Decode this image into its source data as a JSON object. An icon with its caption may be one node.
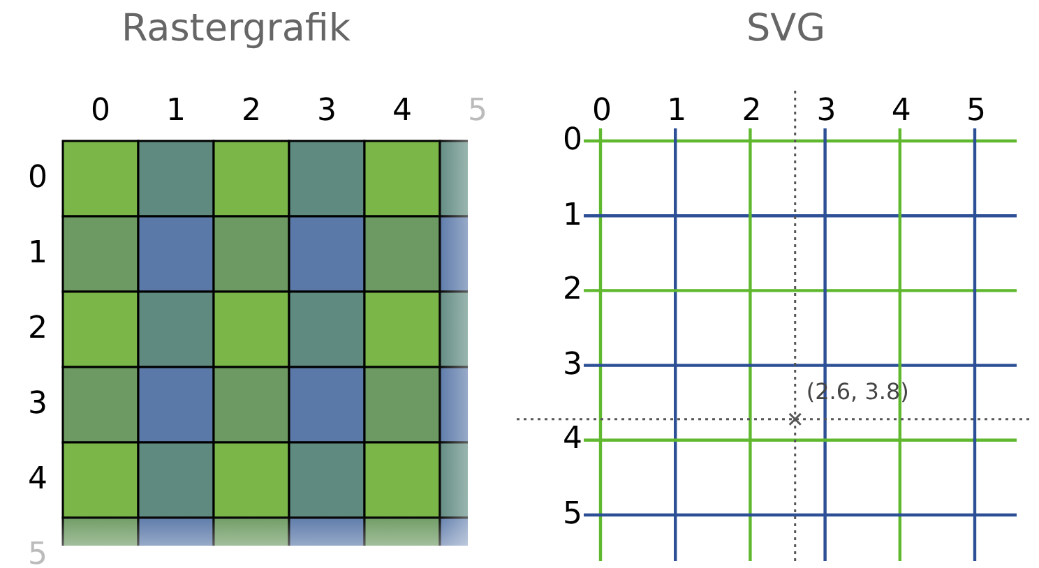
{
  "diagram": {
    "labels": [
      "Rastergrafik",
      "SVG",
      "0",
      "1",
      "2",
      "3",
      "4",
      "5",
      "0",
      "1",
      "2",
      "3",
      "4",
      "5",
      "0",
      "1",
      "2",
      "3",
      "4",
      "5",
      "0",
      "1",
      "2",
      "3",
      "4",
      "5",
      "(2.6, 3.8)"
    ]
  }
}
